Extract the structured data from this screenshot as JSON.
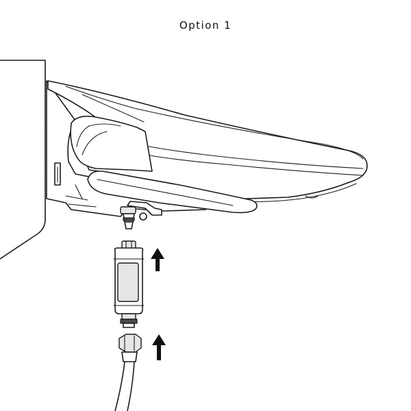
{
  "title": "Option 1",
  "parts": {
    "wall_panel": "wall-panel",
    "toilet_seat": "bidet-toilet-seat",
    "inlet_connector": "water-inlet-connector",
    "filter": "water-filter",
    "hose": "water-supply-hose",
    "arrow_icon": "arrow-up-icon"
  }
}
